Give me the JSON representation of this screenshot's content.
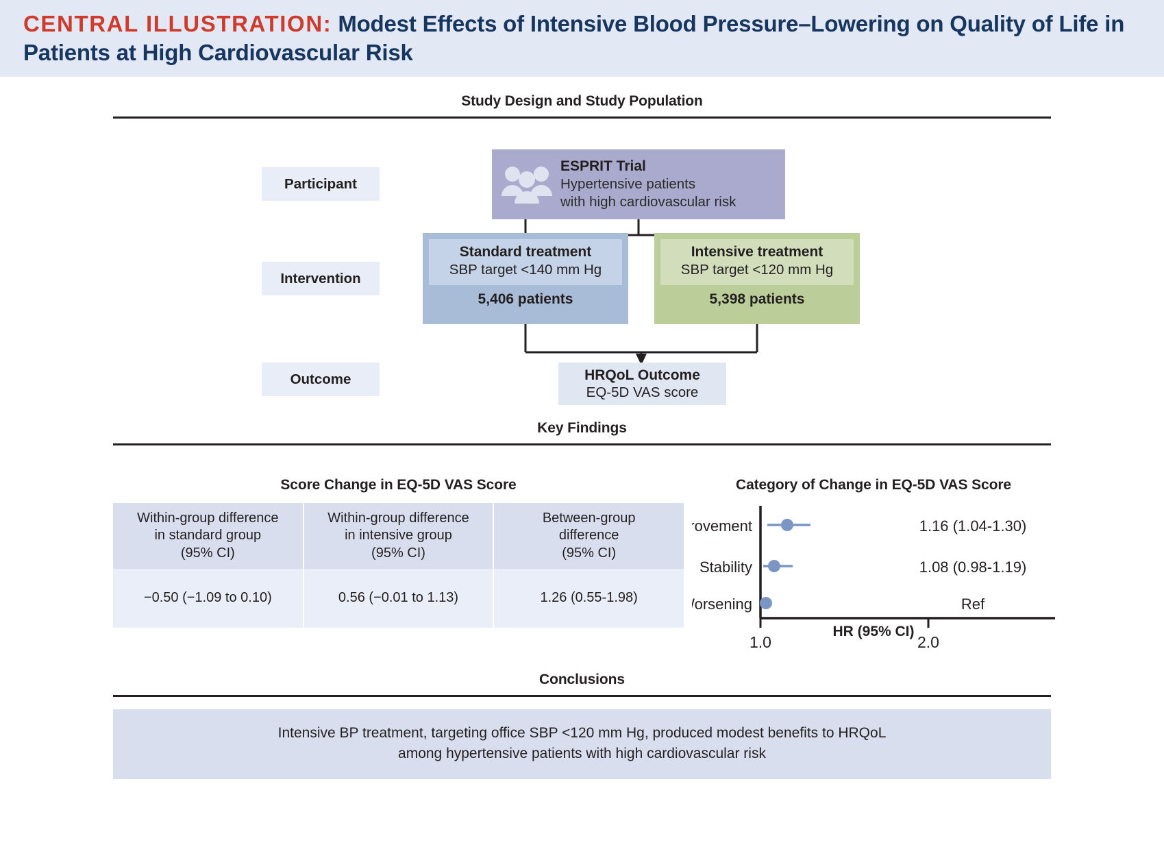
{
  "header": {
    "kicker": "CENTRAL ILLUSTRATION:",
    "title": "Modest Effects of Intensive Blood Pressure–Lowering on Quality of Life in Patients at High Cardiovascular Risk",
    "band_color": "#e2e8f4",
    "kicker_color": "#cf3a2b",
    "title_color": "#16355f"
  },
  "study_design": {
    "heading": "Study Design and Study Population",
    "row_labels": {
      "participant": "Participant",
      "intervention": "Intervention",
      "outcome": "Outcome"
    },
    "participant": {
      "title": "ESPRIT Trial",
      "line1": "Hypertensive patients",
      "line2": "with high cardiovascular risk",
      "icon": "people-icon",
      "color": "#a9aacd"
    },
    "arms": [
      {
        "title": "Standard treatment",
        "target": "SBP target <140 mm Hg",
        "patients": "5,406 patients",
        "color": "#a8bcd8",
        "inner_color": "#c4d3e7"
      },
      {
        "title": "Intensive treatment",
        "target": "SBP target <120 mm Hg",
        "patients": "5,398 patients",
        "color": "#bbce99",
        "inner_color": "#d2debb"
      }
    ],
    "outcome": {
      "title": "HRQoL Outcome",
      "subtitle": "EQ-5D VAS score",
      "color": "#e0e6f2"
    }
  },
  "key_findings": {
    "heading": "Key Findings",
    "table_title": "Score Change in EQ-5D VAS Score",
    "plot_title": "Category of Change in EQ-5D VAS Score",
    "axis_caption": "HR (95% CI)"
  },
  "chart_data": [
    {
      "type": "table",
      "title": "Score Change in EQ-5D VAS Score",
      "columns": [
        "Within-group difference in standard group (95% CI)",
        "Within-group difference in intensive group (95% CI)",
        "Between-group difference (95% CI)"
      ],
      "column_lines": [
        [
          "Within-group difference",
          "in standard group",
          "(95% CI)"
        ],
        [
          "Within-group difference",
          "in intensive group",
          "(95% CI)"
        ],
        [
          "Between-group",
          "difference",
          "(95% CI)"
        ]
      ],
      "rows": [
        [
          "−0.50 (−1.09 to 0.10)",
          "0.56 (−0.01 to 1.13)",
          "1.26 (0.55-1.98)"
        ]
      ]
    },
    {
      "type": "scatter",
      "title": "Category of Change in EQ-5D VAS Score",
      "xlabel": "HR (95% CI)",
      "ylabel": "",
      "xlim": [
        0.95,
        2.1
      ],
      "xticks": [
        1.0,
        2.0
      ],
      "xticklabels": [
        "1.0",
        "2.0"
      ],
      "grid": false,
      "legend": "none",
      "categories": [
        "Improvement",
        "Stability",
        "Worsening"
      ],
      "points": [
        {
          "category": "Improvement",
          "estimate": 1.16,
          "ci_low": 1.04,
          "ci_high": 1.3,
          "label": "1.16 (1.04-1.30)"
        },
        {
          "category": "Stability",
          "estimate": 1.08,
          "ci_low": 0.98,
          "ci_high": 1.19,
          "label": "1.08 (0.98-1.19)"
        },
        {
          "category": "Worsening",
          "estimate": 1.0,
          "ci_low": null,
          "ci_high": null,
          "label": "Ref"
        }
      ],
      "marker_color": "#7b96c4",
      "line_color": "#7b96c4"
    }
  ],
  "conclusions": {
    "heading": "Conclusions",
    "line1": "Intensive BP treatment, targeting office SBP <120 mm Hg, produced modest benefits to HRQoL",
    "line2": "among hypertensive patients with high cardiovascular risk",
    "box_color": "#d8deed"
  }
}
